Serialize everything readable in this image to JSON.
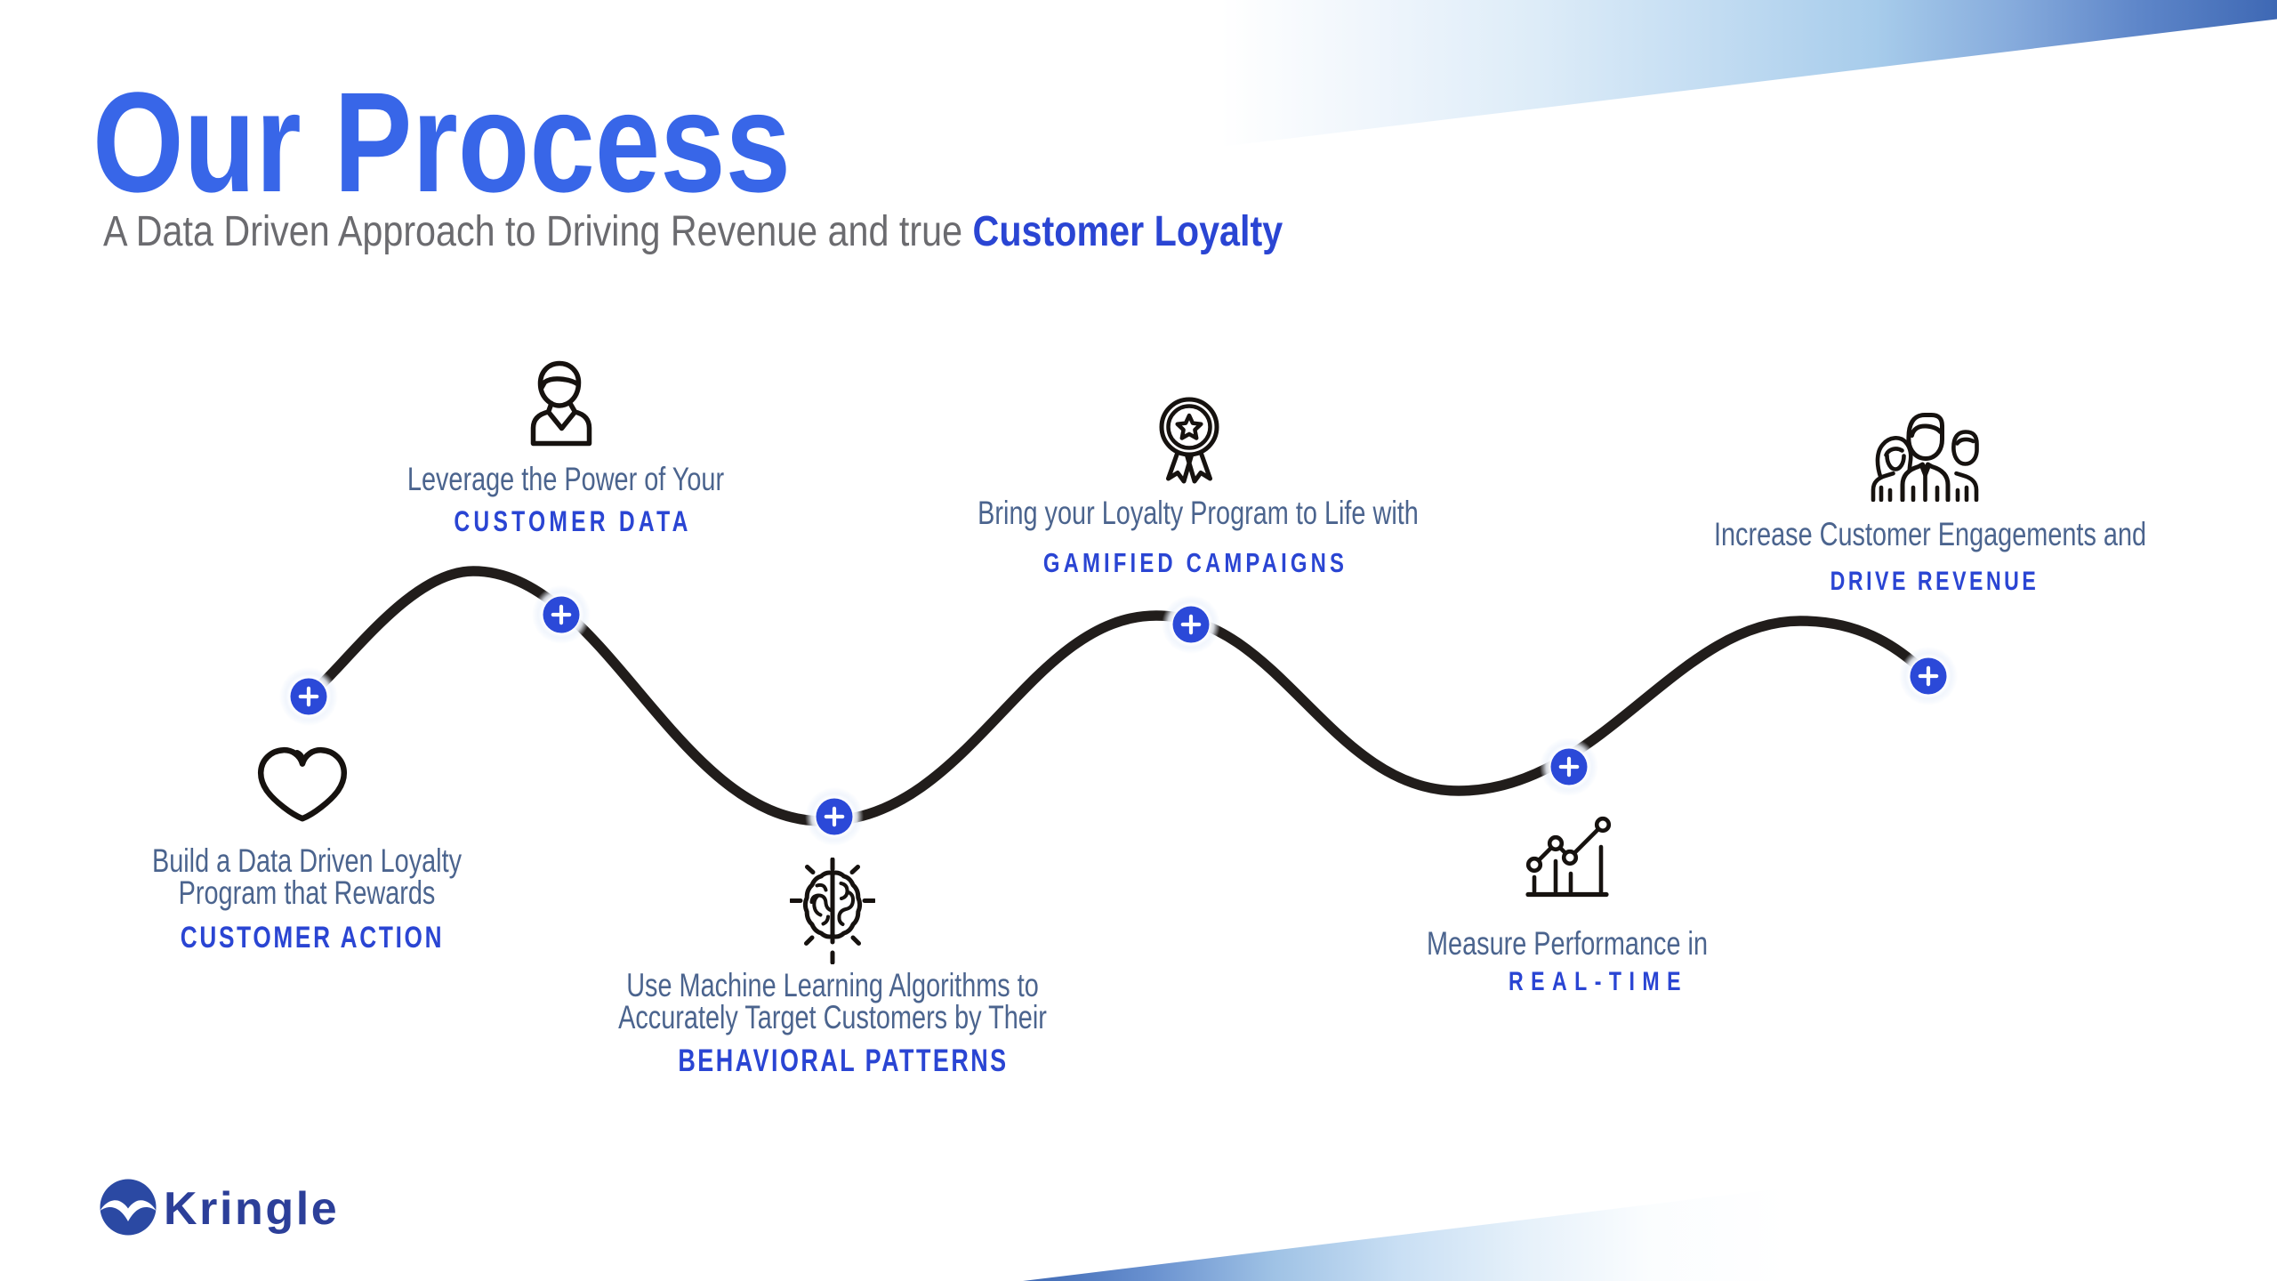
{
  "slide": {
    "title": "Our Process",
    "subtitle_regular": "A Data Driven Approach to Driving Revenue and true ",
    "subtitle_bold": "Customer Loyalty"
  },
  "steps": [
    {
      "icon": "heart-icon",
      "lines": [
        "Build a Data Driven Loyalty",
        "Program that Rewards"
      ],
      "heading": "CUSTOMER ACTION"
    },
    {
      "icon": "person-icon",
      "lines": [
        "Leverage the Power of Your"
      ],
      "heading": "CUSTOMER DATA"
    },
    {
      "icon": "brain-icon",
      "lines": [
        "Use Machine Learning Algorithms to",
        "Accurately Target Customers by Their"
      ],
      "heading": "BEHAVIORAL PATTERNS"
    },
    {
      "icon": "award-icon",
      "lines": [
        "Bring your Loyalty Program to Life with"
      ],
      "heading": "GAMIFIED CAMPAIGNS"
    },
    {
      "icon": "chart-icon",
      "lines": [
        "Measure Performance in"
      ],
      "heading": "REAL-TIME"
    },
    {
      "icon": "people-icon",
      "lines": [
        "Increase Customer Engagements and"
      ],
      "heading": "DRIVE REVENUE"
    }
  ],
  "markers": {
    "symbol": "+",
    "count": 6
  },
  "logo": {
    "text": "Kringle"
  },
  "colors": {
    "accent": "#2a45d3",
    "marker_blue": "#2b49d8",
    "title_blue": "#3866e8",
    "body_slate": "#4b648e",
    "subtitle_gray": "#6b6b6f",
    "ink": "#16120f",
    "curve_dark": "#211d1b",
    "logo_navy": "#2c3f99",
    "logo_circle_blue": "#2b49a3",
    "band_blue_strong": "#3e68b4",
    "band_blue_light": "#bcd8f0"
  }
}
